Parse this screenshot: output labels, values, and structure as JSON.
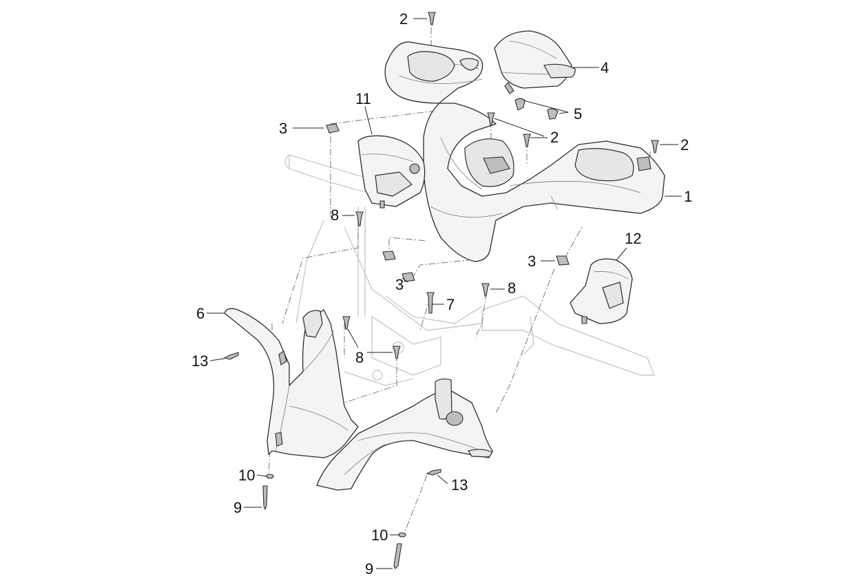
{
  "callouts": [
    {
      "id": "c2a",
      "label": "2"
    },
    {
      "id": "c4",
      "label": "4"
    },
    {
      "id": "c11",
      "label": "11"
    },
    {
      "id": "c5",
      "label": "5"
    },
    {
      "id": "c3a",
      "label": "3"
    },
    {
      "id": "c2b",
      "label": "2"
    },
    {
      "id": "c2c",
      "label": "2"
    },
    {
      "id": "c1",
      "label": "1"
    },
    {
      "id": "c8a",
      "label": "8"
    },
    {
      "id": "c12",
      "label": "12"
    },
    {
      "id": "c3b",
      "label": "3"
    },
    {
      "id": "c3c",
      "label": "3"
    },
    {
      "id": "c8b",
      "label": "8"
    },
    {
      "id": "c7",
      "label": "7"
    },
    {
      "id": "c6",
      "label": "6"
    },
    {
      "id": "c8c",
      "label": "8"
    },
    {
      "id": "c13a",
      "label": "13"
    },
    {
      "id": "c10a",
      "label": "10"
    },
    {
      "id": "c13b",
      "label": "13"
    },
    {
      "id": "c9a",
      "label": "9"
    },
    {
      "id": "c10b",
      "label": "10"
    },
    {
      "id": "c9b",
      "label": "9"
    }
  ]
}
